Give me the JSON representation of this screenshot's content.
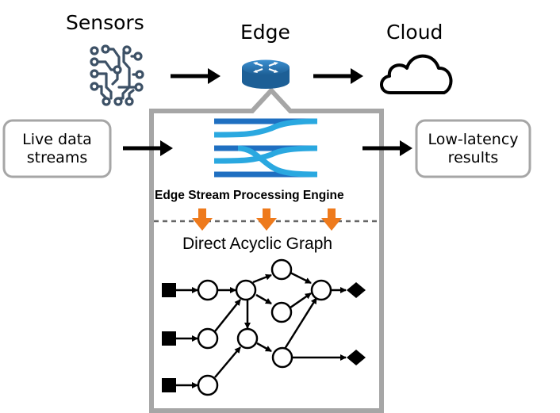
{
  "tiers": {
    "sensors": "Sensors",
    "edge": "Edge",
    "cloud": "Cloud"
  },
  "input_box": {
    "line1": "Live data",
    "line2": "streams"
  },
  "output_box": {
    "line1": "Low-latency",
    "line2": "results"
  },
  "engine": {
    "title": "Edge Stream Processing Engine"
  },
  "dag": {
    "title": "Direct Acyclic Graph"
  },
  "colors": {
    "icon_slate": "#3d5166",
    "router_blue": "#2a7ab8",
    "stream_dark": "#1f6fc1",
    "stream_light": "#2aa8e0",
    "arrow_orange": "#ee7a1c",
    "frame_gray": "#a6a6a6"
  },
  "icons": {
    "sensors": "circuit-icon",
    "edge": "router-icon",
    "cloud": "cloud-icon",
    "engine": "merging-streams-icon"
  }
}
